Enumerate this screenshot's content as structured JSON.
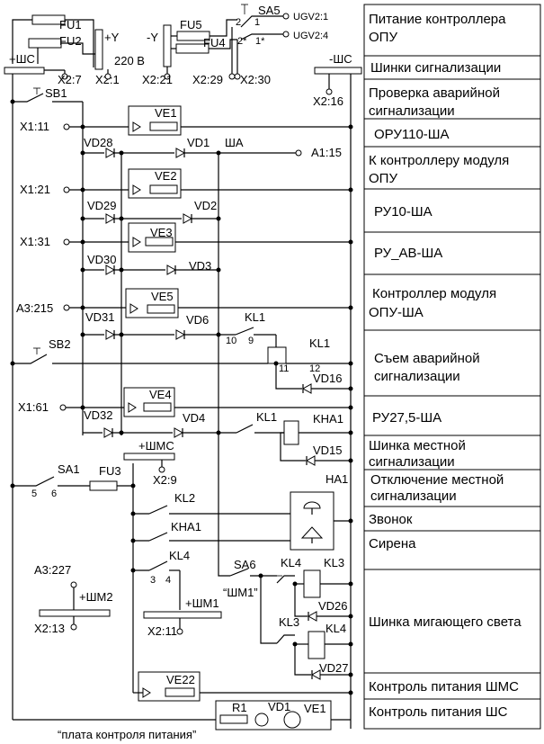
{
  "sidebar": {
    "rows": [
      "Питание контроллера ОПУ",
      "Шинки  сигнализации",
      "Проверка аварийной сигнализации",
      "ОРУ110-ША",
      "К контроллеру модуля ОПУ",
      "РУ10-ША",
      "РУ_АВ-ША",
      "Контроллер модуля ОПУ-ША",
      "Съем аварийной сигнализации",
      "РУ27,5-ША",
      "Шинка местной сигнализации",
      "Отключение местной сигнализации",
      "Звонок",
      "Сирена",
      "Шинка мигающего света",
      "Контроль питания ШМС",
      "Контроль питания ШС"
    ]
  },
  "labels": {
    "fu1": "FU1",
    "fu2": "FU2",
    "fu3": "FU3",
    "fu4": "FU4",
    "fu5": "FU5",
    "plus_y": "+Y",
    "minus_y": "-Y",
    "v220": "220 В",
    "sa5": "SA5",
    "ugv21": "UGV2:1",
    "ugv24": "UGV2:4",
    "sw2": "2",
    "sw1": "1",
    "sw2s": "2*",
    "sw1s": "1*",
    "plus_shc": "+ШС",
    "minus_shc": "-ШС",
    "x27": "X2:7",
    "x21": "X2:1",
    "x221": "X2:21",
    "x229": "X2:29",
    "x230": "X2:30",
    "x216": "X2:16",
    "sb1": "SB1",
    "x111": "X1:11",
    "ve1": "VE1",
    "vd28": "VD28",
    "vd1": "VD1",
    "sha": "ША",
    "a115": "A1:15",
    "x121": "X1:21",
    "ve2": "VE2",
    "vd29": "VD29",
    "vd2": "VD2",
    "x131": "X1:31",
    "ve3": "VE3",
    "vd30": "VD30",
    "vd3": "VD3",
    "a3215": "A3:215",
    "ve5": "VE5",
    "vd31": "VD31",
    "vd6": "VD6",
    "kl1a": "KL1",
    "n10": "10",
    "n9": "9",
    "sb2": "SB2",
    "kl1coil": "KL1",
    "n11": "11",
    "n12": "12",
    "vd16": "VD16",
    "x161": "X1:61",
    "ve4": "VE4",
    "vd32": "VD32",
    "vd4": "VD4",
    "kl1b": "KL1",
    "kha1coil": "KHA1",
    "vd15": "VD15",
    "plus_shms": "+ШМС",
    "x29": "X2:9",
    "sa1": "SA1",
    "n5": "5",
    "n6": "6",
    "ha1": "HA1",
    "kl2": "KL2",
    "kha1": "KHA1",
    "kl4a": "KL4",
    "n3": "3",
    "n4": "4",
    "sa6": "SA6",
    "kl4b": "KL4",
    "kl3coil": "KL3",
    "shm1q": "“ШМ1”",
    "vd26": "VD26",
    "kl3": "KL3",
    "kl4coil": "KL4",
    "vd27": "VD27",
    "a3227": "A3:227",
    "plus_shm2": "+ШМ2",
    "x213": "X2:13",
    "plus_shm1": "+ШМ1",
    "x211": "X2:11",
    "ve22": "VE22",
    "r1": "R1",
    "vd1b": "VD1",
    "ve1b": "VE1",
    "board": "“плата контроля питания”"
  }
}
